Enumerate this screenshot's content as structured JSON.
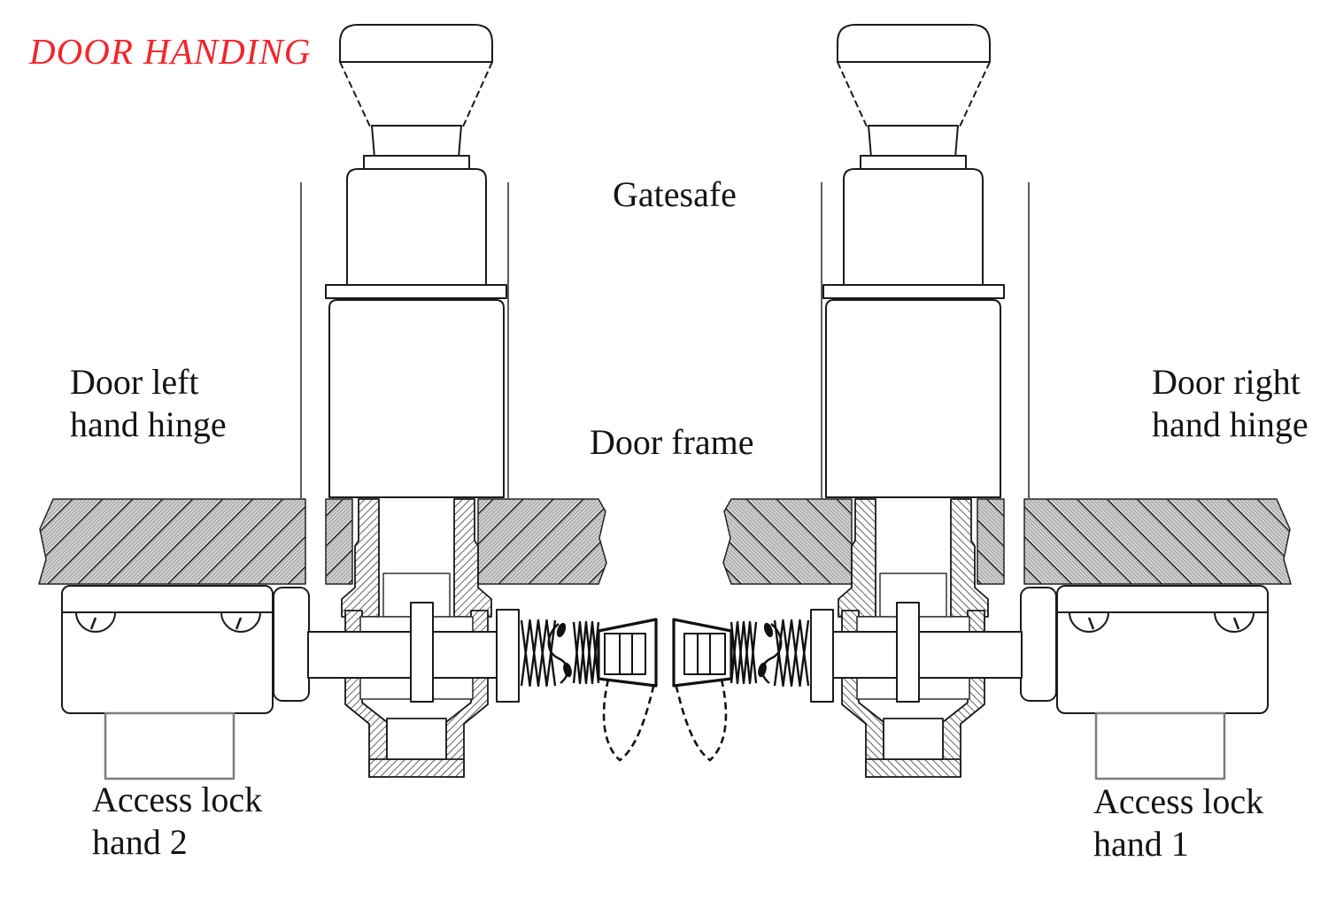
{
  "title": {
    "text": "DOOR HANDING"
  },
  "labels": {
    "gatesafe": "Gatesafe",
    "door_left_hinge": "Door left\nhand hinge",
    "door_frame": "Door frame",
    "door_right_hinge": "Door right\nhand hinge",
    "access_lock_hand_2": "Access lock\nhand 2",
    "access_lock_hand_1": "Access lock\nhand 1"
  },
  "colors": {
    "title_red": "#f2262c",
    "line_black": "#1a1a1a",
    "panel_grey": "#d6d6d6"
  }
}
